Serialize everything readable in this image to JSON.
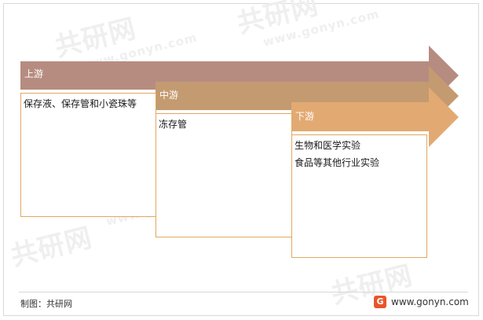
{
  "colors": {
    "upstream": "#b68c81",
    "midstream": "#c49a70",
    "downstream": "#e2aa72",
    "box_border": "#e0a860"
  },
  "stages": [
    {
      "label": "上游",
      "items": [
        "保存液、保存管和小瓷珠等"
      ]
    },
    {
      "label": "中游",
      "items": [
        "冻存管"
      ]
    },
    {
      "label": "下游",
      "items": [
        "生物和医学实验",
        "食品等其他行业实验"
      ]
    }
  ],
  "footer": {
    "credit": "制图：共研网",
    "logo_text": "G",
    "site": "www.gonyn.com"
  },
  "watermark": {
    "brand": "共研网",
    "site": "www.gonyn.com"
  }
}
